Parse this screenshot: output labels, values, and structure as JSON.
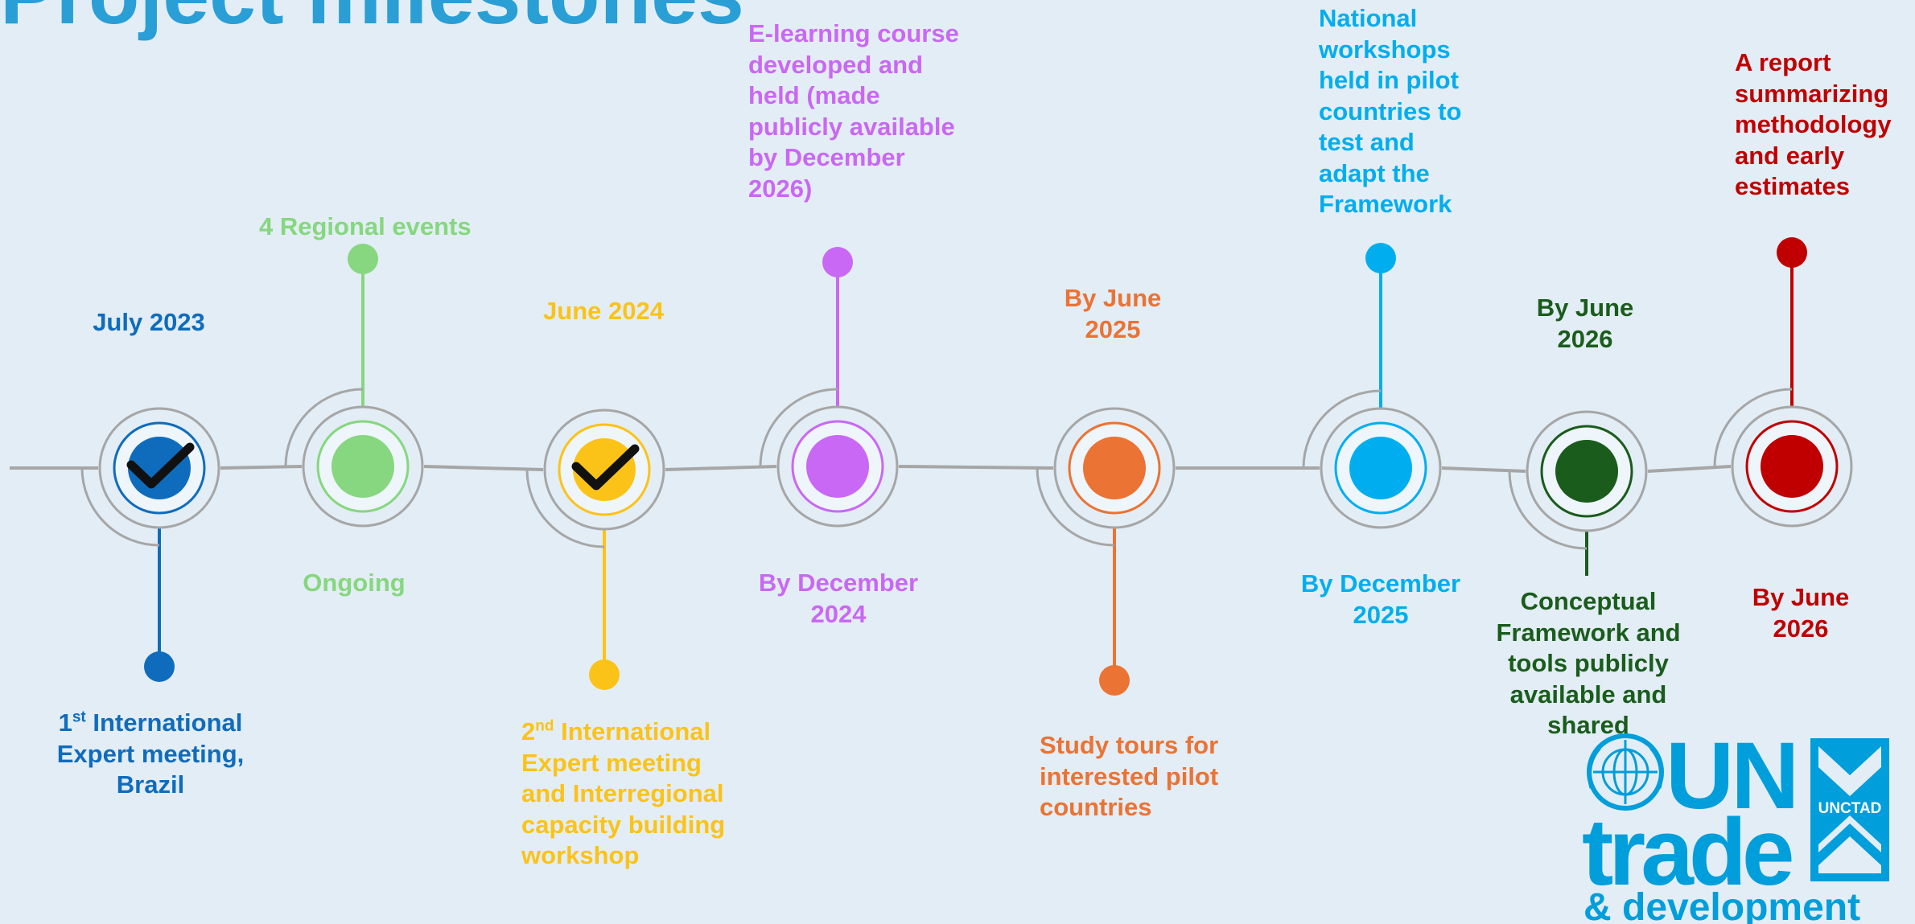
{
  "title": "Project milestones",
  "colors": {
    "background": "#e3edf5",
    "title": "#2a9fd6",
    "line": "#a6a6a6",
    "logo": "#009edb"
  },
  "milestones": [
    {
      "id": "m1",
      "color": "#0f6cbd",
      "completed": true,
      "date": "July 2023",
      "ordinal": "1",
      "ordinal_suffix": "st",
      "description": "International Expert meeting, Brazil"
    },
    {
      "id": "m2",
      "color": "#86d77f",
      "completed": false,
      "date": "Ongoing",
      "description": "4 Regional events"
    },
    {
      "id": "m3",
      "color": "#fbc318",
      "completed": true,
      "date": "June 2024",
      "ordinal": "2",
      "ordinal_suffix": "nd",
      "description": "International Expert meeting and Interregional capacity building workshop"
    },
    {
      "id": "m4",
      "color": "#c968f5",
      "completed": false,
      "date": "By December 2024",
      "description": "E-learning course developed and held (made publicly available by December 2026)"
    },
    {
      "id": "m5",
      "color": "#eb7333",
      "completed": false,
      "date": "By June 2025",
      "description": "Study tours for interested pilot countries"
    },
    {
      "id": "m6",
      "color": "#00aeef",
      "completed": false,
      "date": "By December 2025",
      "description": "National workshops held in pilot countries to test and adapt the Framework"
    },
    {
      "id": "m7",
      "color": "#1a5c1c",
      "completed": false,
      "date": "By June 2026",
      "description": "Conceptual Framework and tools publicly available and shared"
    },
    {
      "id": "m8",
      "color": "#c00000",
      "completed": false,
      "date": "By June 2026",
      "description": "A report summarizing methodology and early estimates"
    }
  ],
  "logo": {
    "line1": "UN",
    "line2": "trade",
    "line3": "& development",
    "badge": "UNCTAD",
    "icon": "un-emblem-icon"
  }
}
